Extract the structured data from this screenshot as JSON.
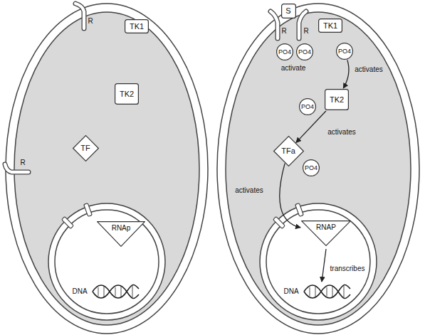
{
  "diagram": {
    "nodes": [
      {
        "text": [
          "R"
        ]
      },
      {
        "text": [
          "R"
        ]
      },
      {
        "text": [
          "TK1"
        ]
      },
      {
        "text": [
          "TK2"
        ]
      },
      {
        "text": [
          "TF"
        ]
      },
      {
        "text": [
          "RNAp"
        ]
      },
      {
        "text": [
          "S"
        ]
      },
      {
        "text": [
          "R"
        ]
      },
      {
        "text": [
          "R"
        ]
      },
      {
        "text": [
          "TK1"
        ]
      },
      {
        "text": [
          "PO4"
        ]
      },
      {
        "text": [
          "PO4"
        ]
      },
      {
        "text": [
          "PO4"
        ]
      },
      {
        "text": [
          "TK2"
        ]
      },
      {
        "text": [
          "PO4"
        ]
      },
      {
        "text": [
          "TFa"
        ]
      },
      {
        "text": [
          "PO4"
        ]
      },
      {
        "text": [
          "RNAP"
        ]
      }
    ],
    "edges": [
      {
        "from": 12,
        "to": 13,
        "arrow": "to",
        "label": "activates"
      },
      {
        "from": 13,
        "to": 15,
        "arrow": "to",
        "label": "activates"
      },
      {
        "from": 15,
        "to": 17,
        "arrow": "to",
        "label": "activates"
      }
    ],
    "labels": [
      "DNA",
      "activate",
      "transcribes",
      "DNA"
    ]
  }
}
